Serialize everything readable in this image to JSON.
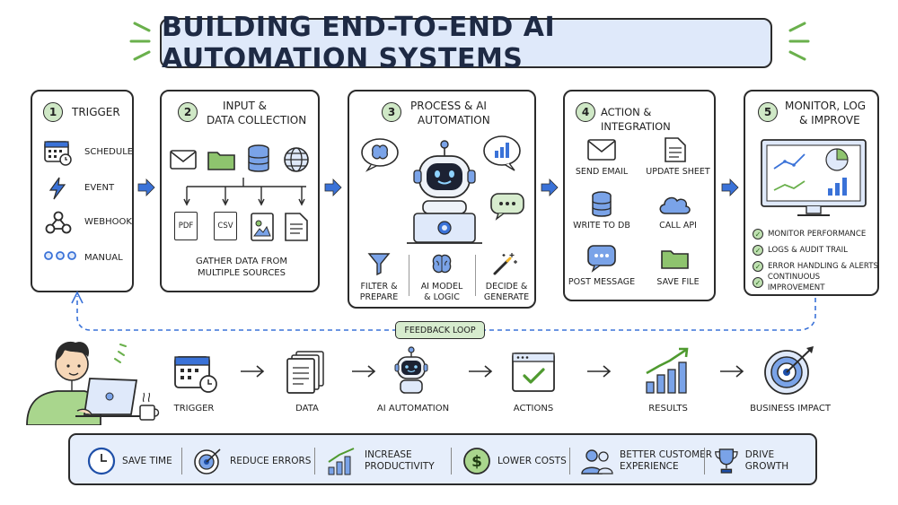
{
  "title": "BUILDING END-TO-END AI AUTOMATION SYSTEMS",
  "steps": [
    {
      "num": "1",
      "title": "TRIGGER",
      "items": [
        "SCHEDULE",
        "EVENT",
        "WEBHOOK",
        "MANUAL"
      ]
    },
    {
      "num": "2",
      "title_line1": "INPUT &",
      "title_line2": "DATA COLLECTION",
      "files": [
        "PDF",
        "CSV"
      ],
      "caption_line1": "GATHER DATA FROM",
      "caption_line2": "MULTIPLE SOURCES"
    },
    {
      "num": "3",
      "title_line1": "PROCESS & AI",
      "title_line2": "AUTOMATION",
      "tools": [
        {
          "line1": "FILTER &",
          "line2": "PREPARE"
        },
        {
          "line1": "AI MODEL",
          "line2": "& LOGIC"
        },
        {
          "line1": "DECIDE &",
          "line2": "GENERATE"
        }
      ]
    },
    {
      "num": "4",
      "title": "ACTION & INTEGRATION",
      "items": [
        "SEND EMAIL",
        "UPDATE SHEET",
        "WRITE TO DB",
        "CALL API",
        "POST MESSAGE",
        "SAVE FILE"
      ]
    },
    {
      "num": "5",
      "title_line1": "MONITOR, LOG",
      "title_line2": "& IMPROVE",
      "checks": [
        "MONITOR PERFORMANCE",
        "LOGS & AUDIT TRAIL",
        "ERROR HANDLING & ALERTS",
        "CONTINUOUS IMPROVEMENT"
      ]
    }
  ],
  "feedback_loop": "FEEDBACK LOOP",
  "flow": [
    "TRIGGER",
    "DATA",
    "AI AUTOMATION",
    "ACTIONS",
    "RESULTS",
    "BUSINESS IMPACT"
  ],
  "benefits": [
    {
      "line1": "SAVE TIME",
      "line2": ""
    },
    {
      "line1": "REDUCE ERRORS",
      "line2": ""
    },
    {
      "line1": "INCREASE",
      "line2": "PRODUCTIVITY"
    },
    {
      "line1": "LOWER COSTS",
      "line2": ""
    },
    {
      "line1": "BETTER CUSTOMER",
      "line2": "EXPERIENCE"
    },
    {
      "line1": "DRIVE GROWTH",
      "line2": ""
    }
  ],
  "colors": {
    "accent_blue": "#3a72d8",
    "accent_green": "#6ab04c",
    "title_bg": "#dfe9fa",
    "benefits_bg": "#e6eefb"
  }
}
